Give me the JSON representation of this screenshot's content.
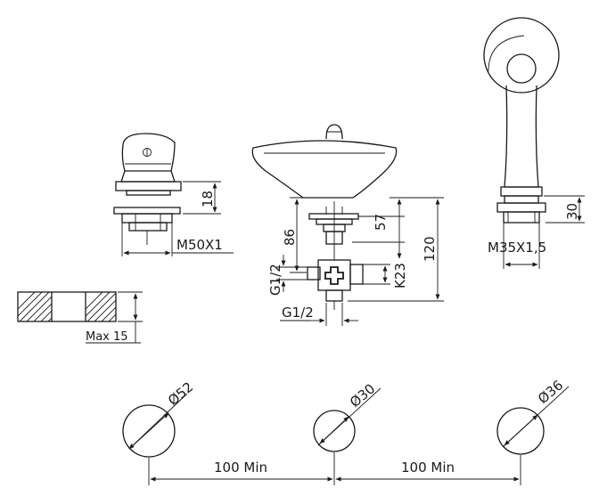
{
  "mixer": {
    "thread_label": "M50X1",
    "height_label": "18"
  },
  "spout": {
    "height_86_label": "86",
    "height_57_label": "57",
    "height_120_label": "120",
    "thread_side_label": "G1/2",
    "thread_bottom_label": "G1/2",
    "k_label": "K23"
  },
  "handshower": {
    "thread_label": "M35X1,5",
    "height_label": "30"
  },
  "deck": {
    "max_thickness_label": "Max 15"
  },
  "holes": {
    "left_diameter": "Ø52",
    "middle_diameter": "Ø30",
    "right_diameter": "Ø36",
    "spacing_left": "100 Min",
    "spacing_right": "100 Min"
  }
}
